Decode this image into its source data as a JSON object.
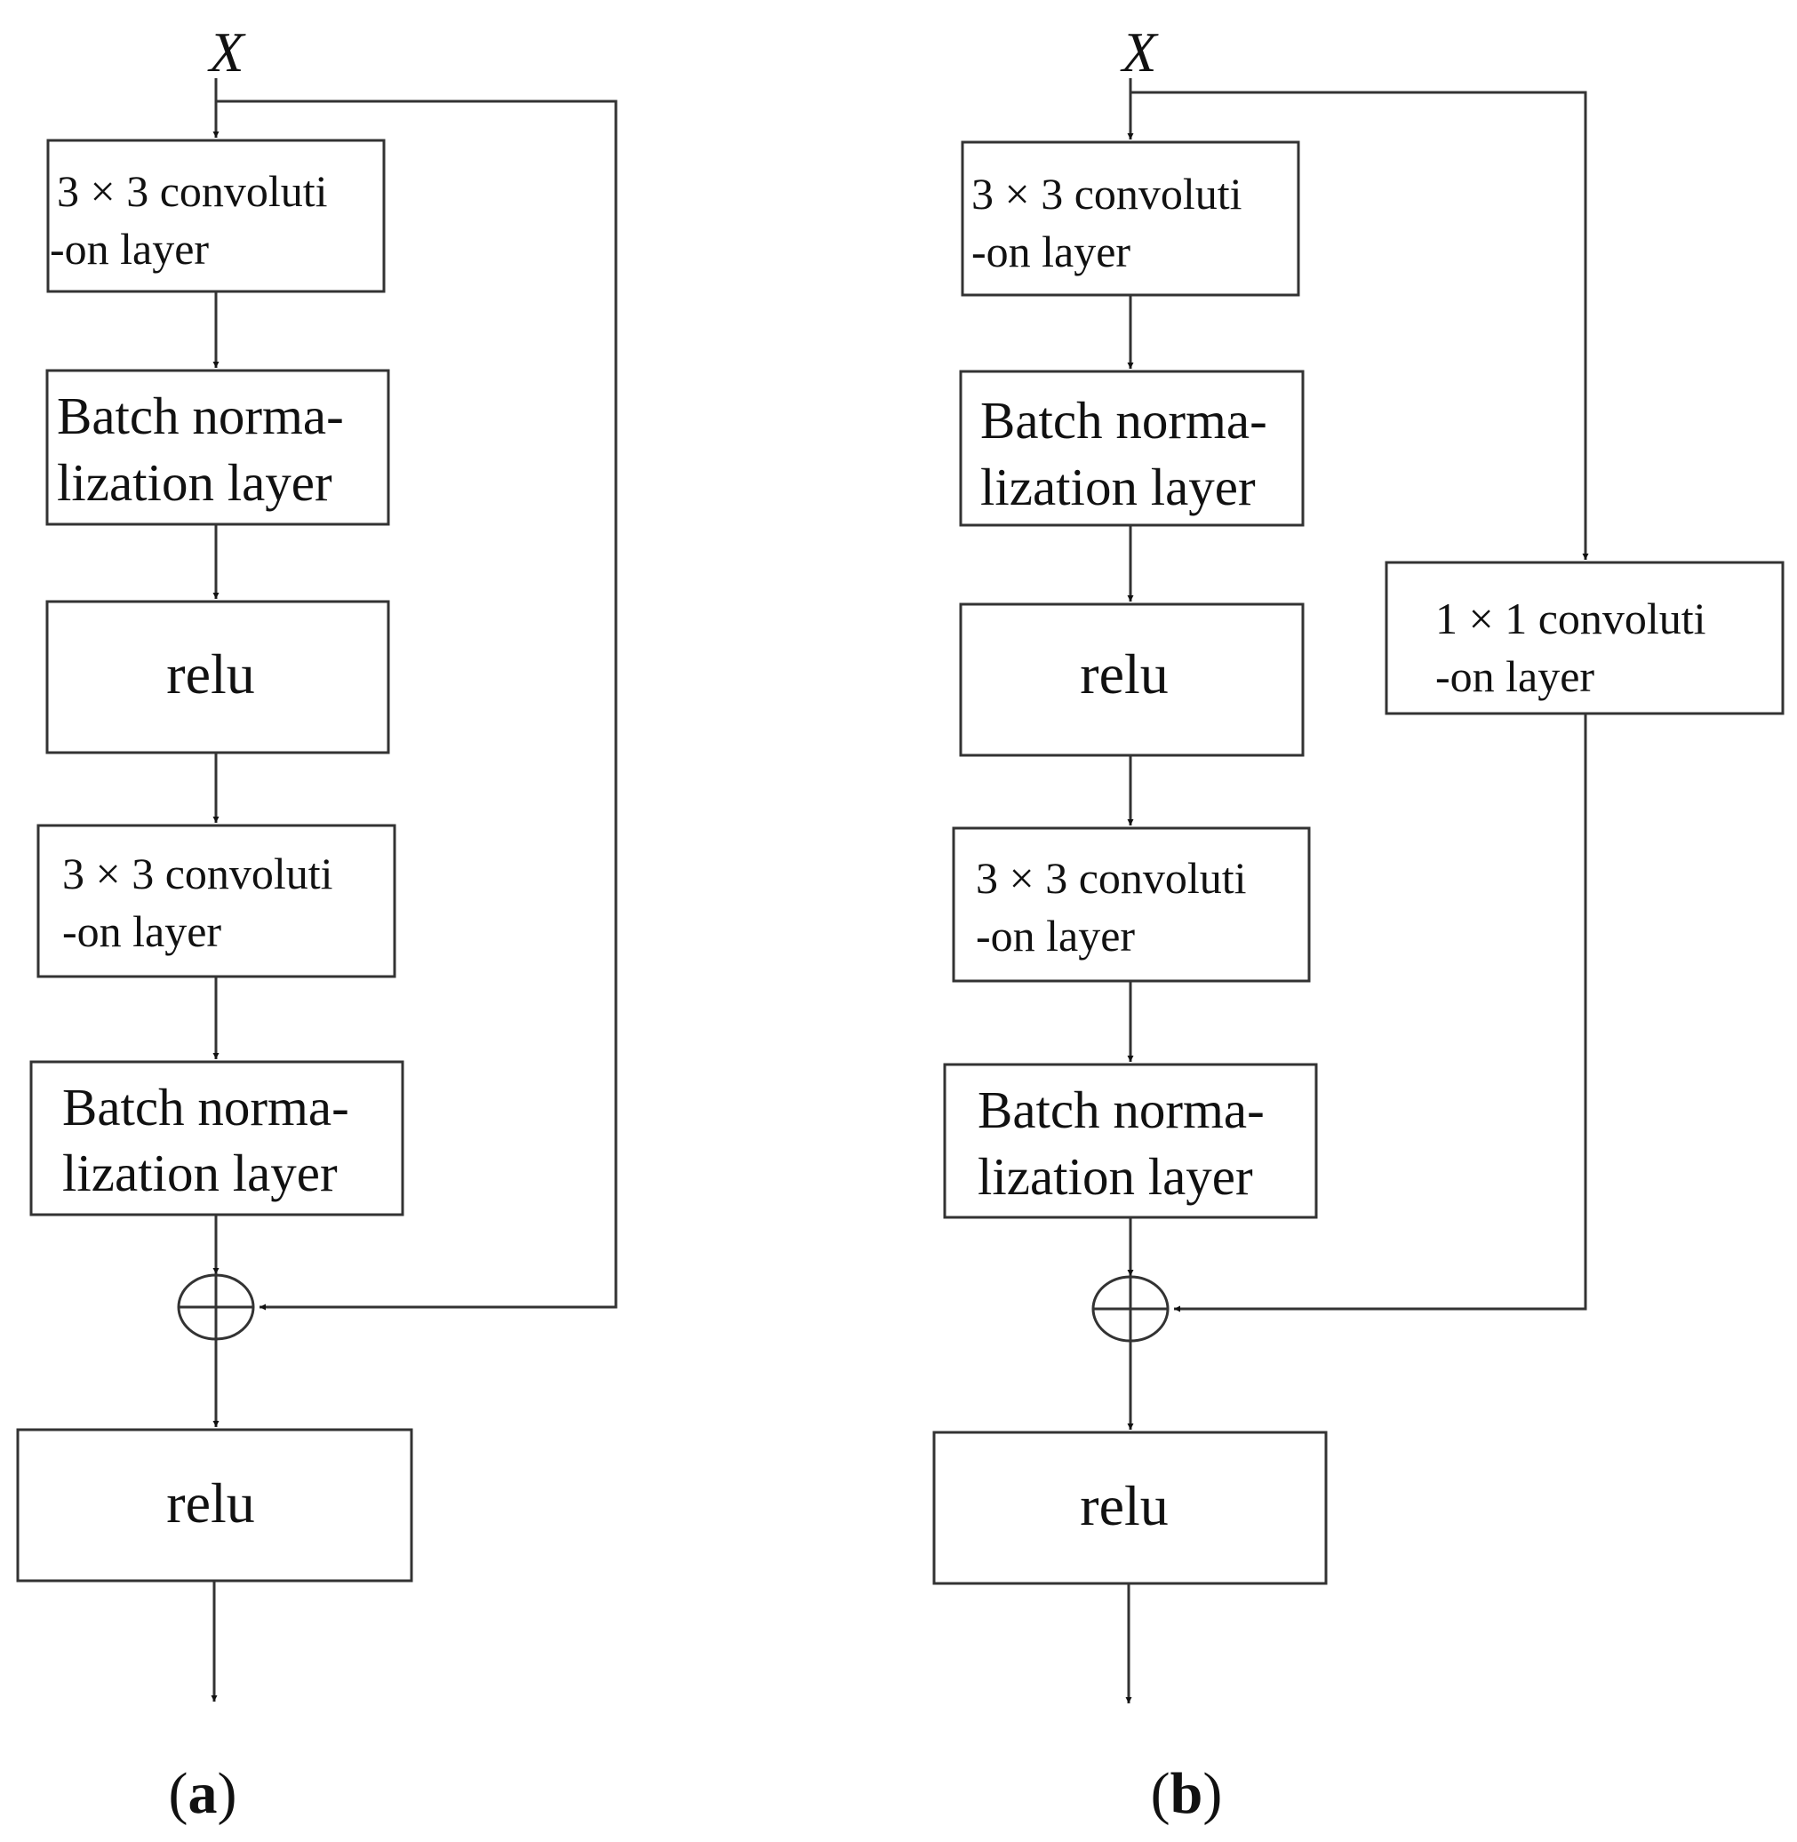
{
  "diagram": {
    "input_label": "X",
    "panel_a": {
      "label_open": "(",
      "label_letter": "a",
      "label_close": ")",
      "blocks": [
        {
          "line1": "3 × 3 convoluti",
          "line2": "-on layer"
        },
        {
          "line1": "Batch norma-",
          "line2": "lization layer"
        },
        {
          "line1": "relu"
        },
        {
          "line1": "3 × 3 convoluti",
          "line2": "-on layer"
        },
        {
          "line1": "Batch norma-",
          "line2": "lization layer"
        },
        {
          "line1": "relu"
        }
      ]
    },
    "panel_b": {
      "label_open": "(",
      "label_letter": "b",
      "label_close": ")",
      "blocks": [
        {
          "line1": "3 × 3 convoluti",
          "line2": "-on layer"
        },
        {
          "line1": "Batch norma-",
          "line2": "lization layer"
        },
        {
          "line1": "relu"
        },
        {
          "line1": "3 × 3 convoluti",
          "line2": "-on layer"
        },
        {
          "line1": "Batch norma-",
          "line2": "lization layer"
        },
        {
          "line1": "relu"
        }
      ],
      "shortcut_block": {
        "line1": "1 × 1 convoluti",
        "line2": "-on layer"
      }
    }
  }
}
